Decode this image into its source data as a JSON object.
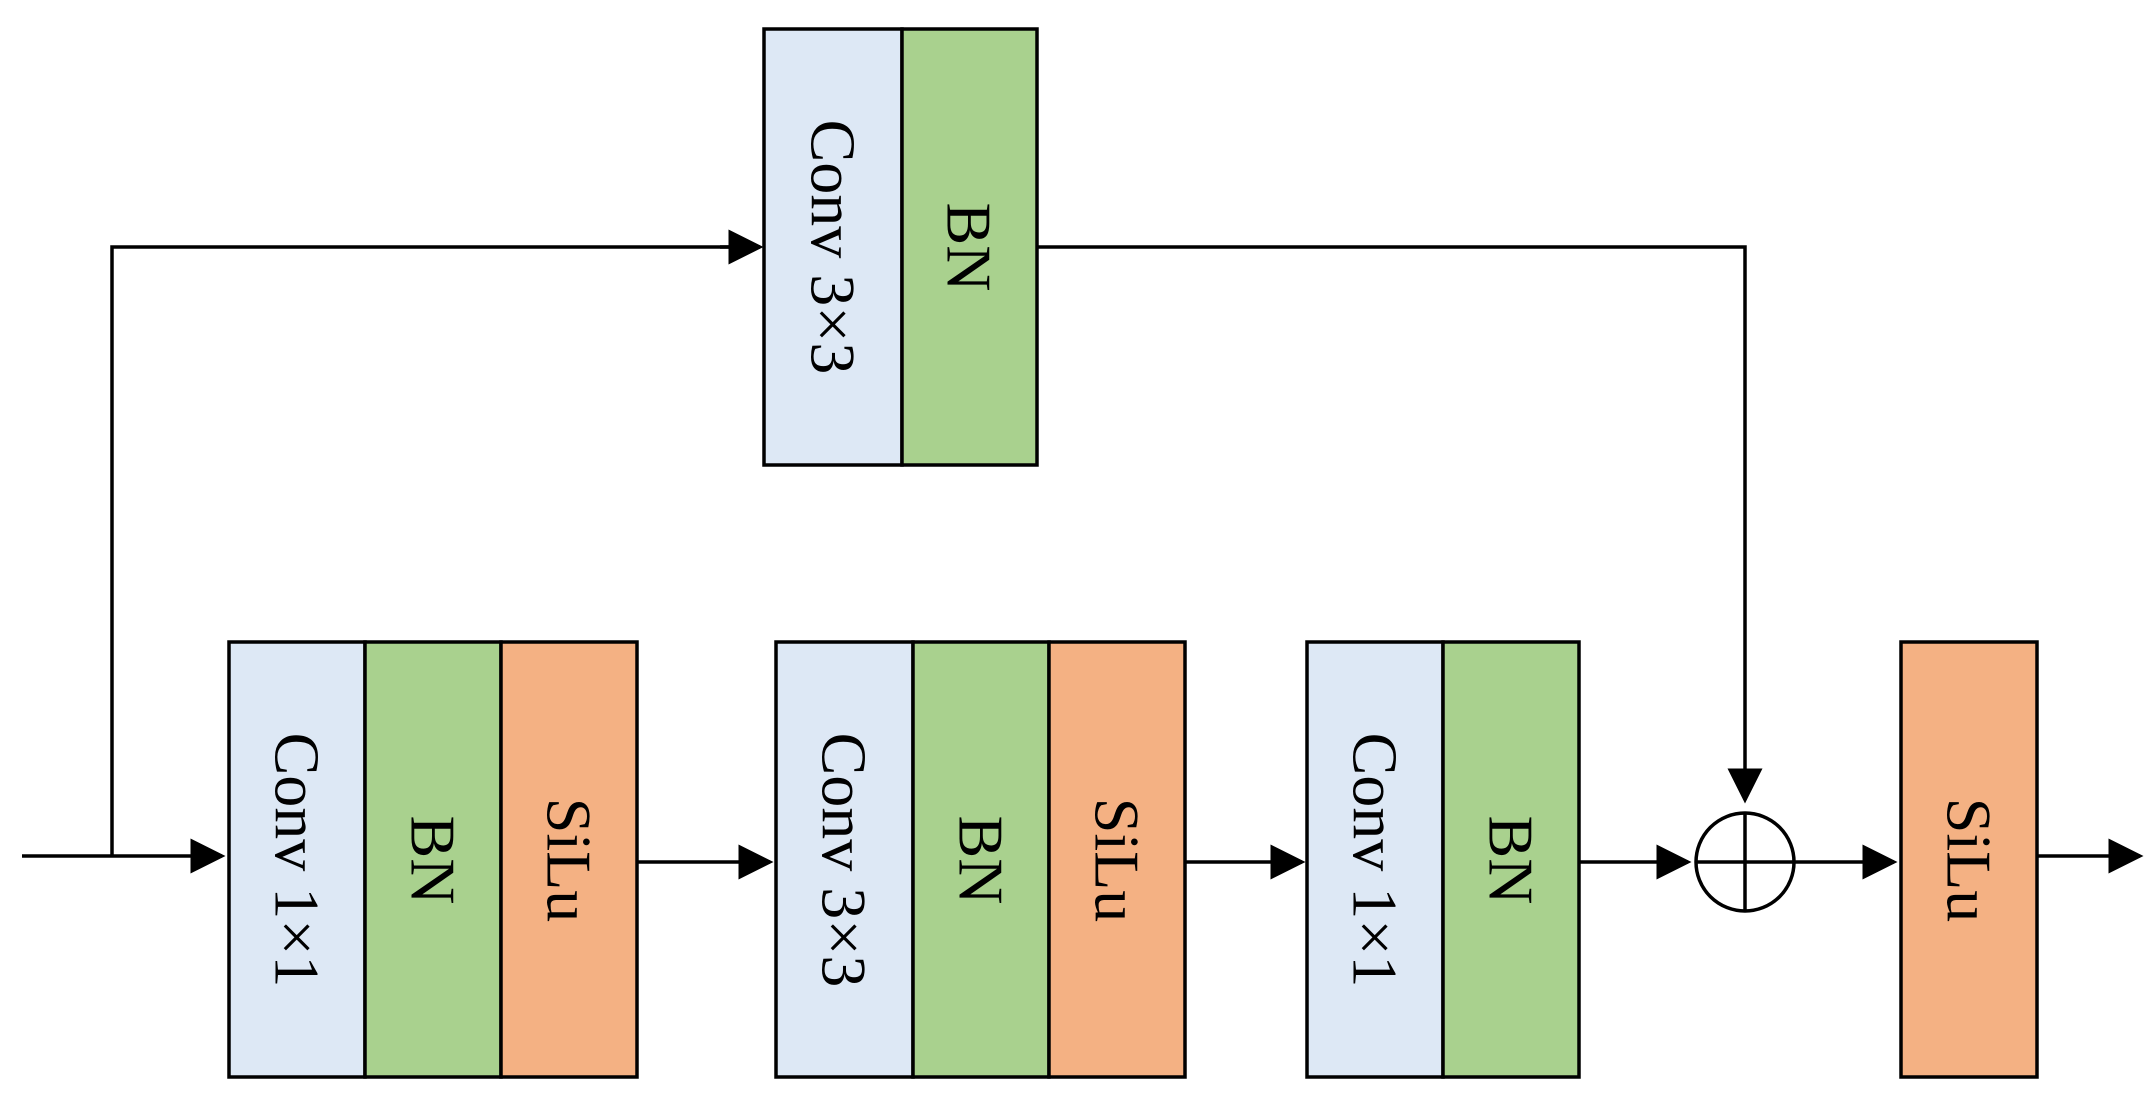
{
  "colors": {
    "conv": "#dde8f5",
    "bn": "#a9d18e",
    "silu": "#f4b183",
    "stroke": "#000000",
    "background": "#ffffff"
  },
  "shortcut_branch": {
    "blocks": [
      {
        "kind": "conv",
        "label": "Conv  3×3"
      },
      {
        "kind": "bn",
        "label": "BN"
      }
    ]
  },
  "main_branch": {
    "blocks": [
      {
        "kind": "conv",
        "label": "Conv  1×1"
      },
      {
        "kind": "bn",
        "label": "BN"
      },
      {
        "kind": "silu",
        "label": "SiLu"
      },
      {
        "kind": "conv",
        "label": "Conv  3×3"
      },
      {
        "kind": "bn",
        "label": "BN"
      },
      {
        "kind": "silu",
        "label": "SiLu"
      },
      {
        "kind": "conv",
        "label": "Conv  1×1"
      },
      {
        "kind": "bn",
        "label": "BN"
      },
      {
        "kind": "silu",
        "label": "SiLu"
      }
    ]
  },
  "add_node": {
    "symbol": "⊕",
    "icon": "add-node-icon"
  }
}
